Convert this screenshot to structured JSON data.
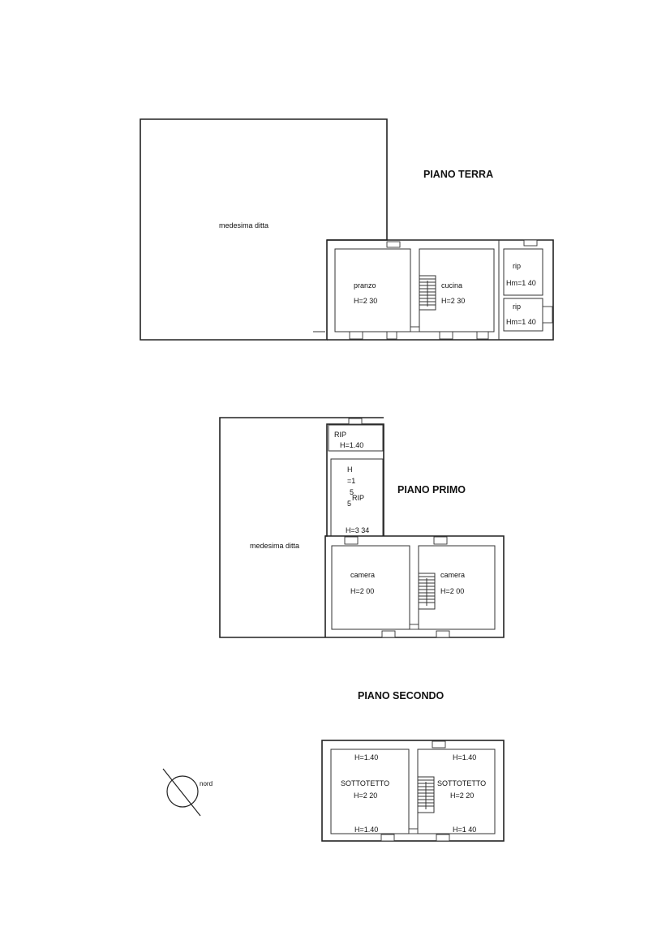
{
  "floors": {
    "ground": {
      "title": "PIANO TERRA",
      "neighbor_label": "medesima ditta",
      "rooms": {
        "pranzo": {
          "name": "pranzo",
          "height": "H=2 30"
        },
        "cucina": {
          "name": "cucina",
          "height": "H=2 30"
        },
        "rip1": {
          "name": "rip",
          "height": "Hm=1 40"
        },
        "rip2": {
          "name": "rip",
          "height": "Hm=1 40"
        }
      }
    },
    "first": {
      "title": "PIANO PRIMO",
      "neighbor_label": "medesima ditta",
      "rooms": {
        "rip_small": {
          "name": "RIP",
          "height": "H=1.40"
        },
        "rip_tall": {
          "name": "RIP",
          "vertical_chars": [
            "H",
            "=1",
            "5",
            "5"
          ],
          "height": "H=3 34"
        },
        "camera1": {
          "name": "camera",
          "height": "H=2 00"
        },
        "camera2": {
          "name": "camera",
          "height": "H=2 00"
        }
      }
    },
    "second": {
      "title": "PIANO SECONDO",
      "rooms": {
        "sottotetto1": {
          "name": "SOTTOTETTO",
          "height_top": "H=1.40",
          "height_mid": "H=2 20",
          "height_bottom": "H=1.40"
        },
        "sottotetto2": {
          "name": "SOTTOTETTO",
          "height_top": "H=1.40",
          "height_mid": "H=2 20",
          "height_bottom": "H=1 40"
        }
      }
    }
  },
  "compass": {
    "label": "nord"
  }
}
